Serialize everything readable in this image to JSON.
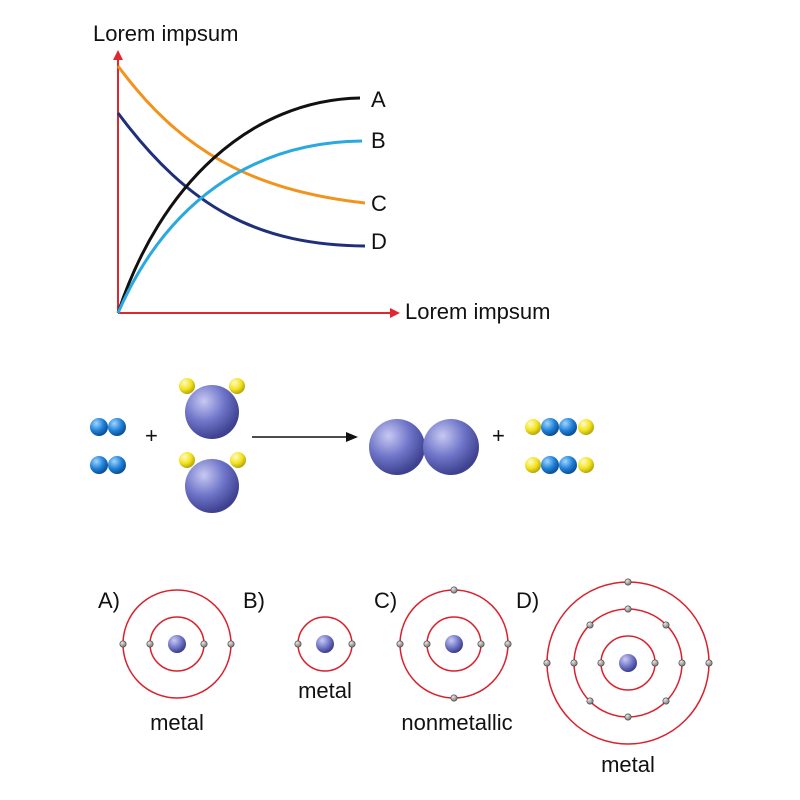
{
  "graph": {
    "y_axis_label": "Lorem impsum",
    "x_axis_label": "Lorem impsum",
    "curves": [
      {
        "label": "A",
        "color": "#111111"
      },
      {
        "label": "B",
        "color": "#29a9df"
      },
      {
        "label": "C",
        "color": "#f2931e"
      },
      {
        "label": "D",
        "color": "#1f2f7a"
      }
    ],
    "axis_color": "#e0262f"
  },
  "reaction": {
    "plus_1": "+",
    "plus_2": "+",
    "colors": {
      "small_blue": "#1e7fd6",
      "yellow": "#f2e21c",
      "large_purple": "#6e74c8"
    }
  },
  "atoms": {
    "orbit_color": "#d9212c",
    "items": [
      {
        "letter": "A)",
        "caption": "metal"
      },
      {
        "letter": "B)",
        "caption": "metal"
      },
      {
        "letter": "C)",
        "caption": "nonmetallic"
      },
      {
        "letter": "D)",
        "caption": "metal"
      }
    ]
  }
}
